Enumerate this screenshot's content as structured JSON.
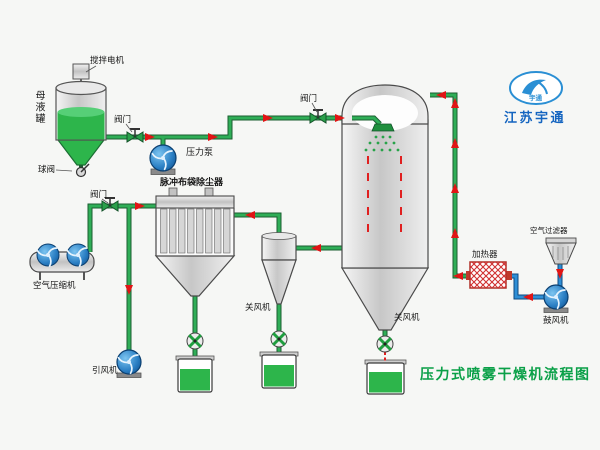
{
  "diagram": {
    "title": "压力式喷雾干燥机流程图",
    "brand": "江苏宇通",
    "logo_mark": "宇通",
    "labels": {
      "stirring_motor": "搅拌电机",
      "mother_liquor_tank": "母液罐",
      "ball_valve": "球阀",
      "feed_valve": "阀门",
      "top_valve": "阀门",
      "air_valve": "阀门",
      "pressure_pump": "压力泵",
      "bag_filter": "脉冲布袋除尘器",
      "air_compressor": "空气压缩机",
      "induced_draft_fan": "引风机",
      "cyclone_rotary_valve": "关风机",
      "tower_rotary_valve": "关风机",
      "heater": "加热器",
      "air_filter": "空气过滤器",
      "blower": "鼓风机"
    },
    "colors": {
      "pipe_green": "#2fae57",
      "pipe_blue": "#2e8fd6",
      "arrow_red": "#e01515",
      "equipment_blue": "#2b7fc4",
      "liquid_green": "#2db54b",
      "title_green": "#0aa048",
      "brand_blue": "#1565c0"
    }
  }
}
